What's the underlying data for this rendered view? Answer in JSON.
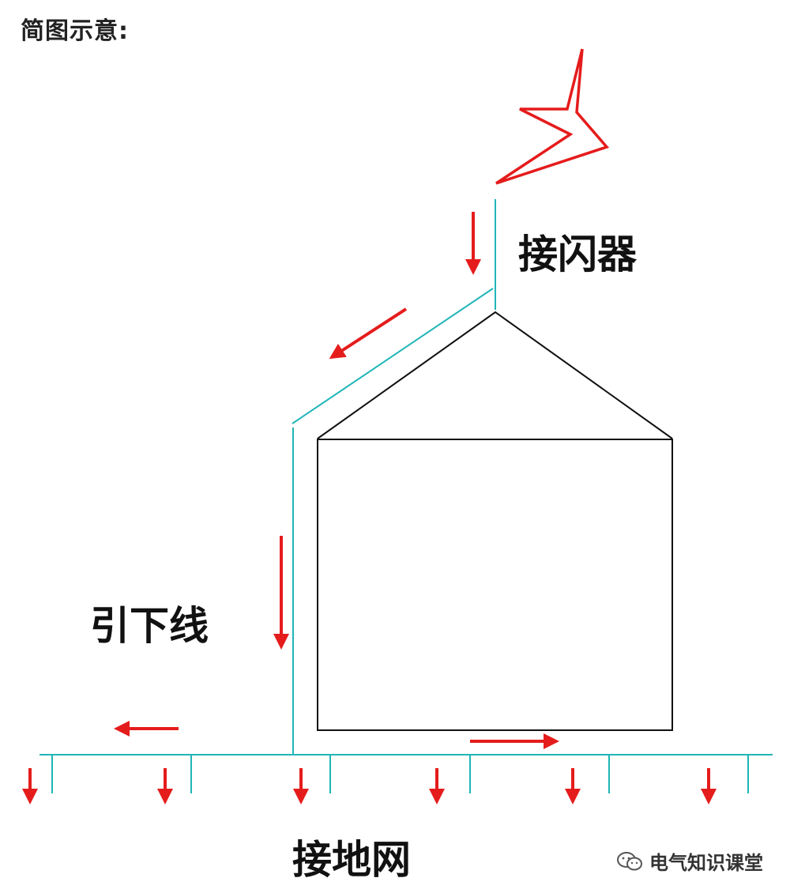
{
  "heading": "简图示意:",
  "labels": {
    "air_terminal": "接闪器",
    "down_conductor": "引下线",
    "grounding_grid": "接地网"
  },
  "watermark": {
    "text": "电气知识课堂",
    "icon": "wechat-icon"
  },
  "colors": {
    "conductor": "#1fb5b8",
    "arrow": "#e51c1c",
    "lightning": "#e51c1c",
    "building": "#111111"
  },
  "icons": [
    "lightning-bolt-icon",
    "current-arrow-icon",
    "house-outline"
  ]
}
